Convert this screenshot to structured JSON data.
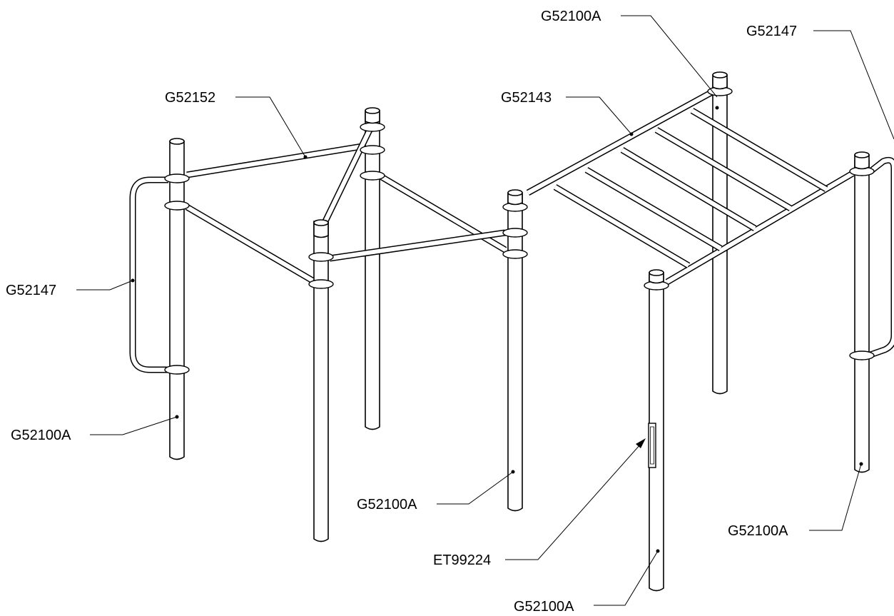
{
  "callouts": {
    "top_center_post": "G52100A",
    "top_right_rail": "G52147",
    "ladder": "G52143",
    "upper_bar": "G52152",
    "left_rail": "G52147",
    "left_post": "G52100A",
    "center_post": "G52100A",
    "right_post": "G52100A",
    "sign_plate": "ET99224",
    "front_post": "G52100A"
  }
}
